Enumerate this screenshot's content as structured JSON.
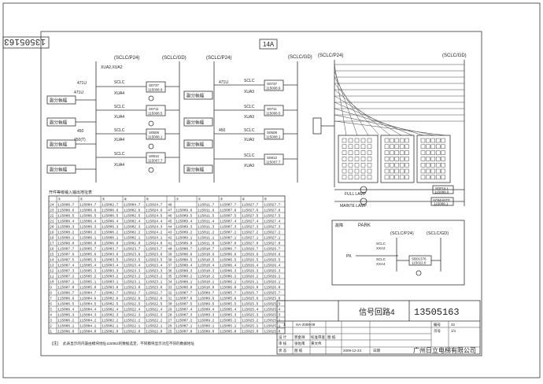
{
  "stamp_number": "13505163",
  "sheet_tag": "14A",
  "bus_labels": [
    "(SCLC/P24)",
    "(SCLC/GD)",
    "(SCLC/P24)",
    "(SCLC/GD)",
    "(SCLC/P24)",
    "(SCLC/GD)"
  ],
  "left_groups": [
    {
      "btn": "副分執幅",
      "wire": "471U",
      "node": "471U",
      "sclc": "SCLC",
      "xuax": "XUA4",
      "relay": "S0737",
      "code": "115008.9"
    },
    {
      "btn": "副分執幅",
      "wire": "",
      "node": "",
      "sclc": "SCLC",
      "xuax": "XUA4",
      "relay": "S0711",
      "code": "115008.5"
    },
    {
      "btn": "副分執幅",
      "wire": "450",
      "node": "450(T)",
      "sclc": "SCLC",
      "xuax": "XUA4",
      "relay": "S0508",
      "code": "115008.1"
    },
    {
      "btn": "副分執幅",
      "wire": "",
      "node": "",
      "sclc": "SCLC",
      "xuax": "XUA4",
      "relay": "S0812",
      "code": "115007.7"
    }
  ],
  "right_groups": [
    {
      "btn": "副分執幅",
      "wire": "471U",
      "sclc": "SCLC",
      "xuax": "XUA3",
      "relay": "S0737",
      "code": "115008.9"
    },
    {
      "btn": "副分執幅",
      "wire": "",
      "sclc": "SCLC",
      "xuax": "XUA3",
      "relay": "S0711",
      "code": "115008.5"
    },
    {
      "btn": "副分執幅",
      "wire": "450",
      "sclc": "SCLC",
      "xuax": "XUA3",
      "relay": "S0508",
      "code": "115008.1"
    },
    {
      "btn": "副分執幅",
      "wire": "",
      "sclc": "SCLC",
      "xuax": "XUA3",
      "relay": "S0812",
      "code": "115007.7"
    }
  ],
  "top_chain": "XUA2,XUA2",
  "full_lamp": "FULL LAMP",
  "mainte_lamp": "MAINTE LAMP",
  "sdfull": "SDFULL",
  "sdfull_code": "115089.0",
  "somante": "SOMANTE",
  "somante_code": "115089.1",
  "park": {
    "label": "PARK",
    "tag": "故障",
    "p24": "(SCLC/P24)",
    "gd": "(SCLC/GD)",
    "pk": "PK",
    "sclc_a": "SCLC",
    "xua2": "XXA2",
    "sclc_b": "SCLC",
    "xua4": "XXA4",
    "relay": "SB01376",
    "code": "115022.0"
  },
  "io_table": {
    "title": "开件等级输入输出地址表",
    "headers": [
      "",
      "①",
      "②",
      "③",
      "④",
      "⑤",
      "",
      "①",
      "②",
      "③",
      "④",
      "⑤"
    ],
    "rows": [
      [
        "24",
        "115008.7",
        "115004.7",
        "115002.7",
        "115004.7",
        "115024.7",
        "48",
        "",
        "115011.7",
        "115007.7",
        "115027.7",
        "115027.7"
      ],
      [
        "23",
        "115008.6",
        "115006.6",
        "115006.6",
        "115002.6",
        "115024.6",
        "47",
        "115009.6",
        "115011.6",
        "115007.6",
        "115027.6",
        "115027.6"
      ],
      [
        "22",
        "115008.5",
        "115006.5",
        "115006.5",
        "115002.5",
        "115024.5",
        "46",
        "115009.5",
        "115011.5",
        "115007.5",
        "115027.5",
        "115027.5"
      ],
      [
        "21",
        "115008.4",
        "115006.4",
        "115006.4",
        "115002.4",
        "115024.4",
        "45",
        "115009.4",
        "115011.4",
        "115007.4",
        "115027.4",
        "115027.4"
      ],
      [
        "20",
        "115008.3",
        "115006.3",
        "115006.3",
        "115002.3",
        "115024.3",
        "44",
        "115009.3",
        "115011.3",
        "115007.3",
        "115027.3",
        "115027.3"
      ],
      [
        "19",
        "115008.2",
        "115006.2",
        "115006.2",
        "115002.2",
        "115024.2",
        "43",
        "115009.2",
        "115011.2",
        "115007.2",
        "115027.2",
        "115027.2"
      ],
      [
        "18",
        "115008.1",
        "115006.1",
        "115006.1",
        "115002.1",
        "115024.1",
        "42",
        "115009.1",
        "115011.1",
        "115007.1",
        "115027.1",
        "115027.1"
      ],
      [
        "17",
        "115008.0",
        "115006.0",
        "115006.0",
        "115002.0",
        "115024.0",
        "41",
        "115009.0",
        "115011.0",
        "115007.0",
        "115027.0",
        "115027.0"
      ],
      [
        "16",
        "115007.7",
        "115005.7",
        "115003.7",
        "115023.7",
        "115023.7",
        "40",
        "115008.7",
        "115010.7",
        "115006.7",
        "115026.7",
        "115026.7"
      ],
      [
        "15",
        "115007.6",
        "115005.6",
        "115003.6",
        "115023.6",
        "115023.6",
        "39",
        "115008.6",
        "115010.6",
        "115006.6",
        "115026.6",
        "115026.6"
      ],
      [
        "14",
        "115007.5",
        "115005.5",
        "115003.5",
        "115023.5",
        "115023.5",
        "38",
        "115008.5",
        "115010.5",
        "115006.5",
        "115026.5",
        "115026.5"
      ],
      [
        "13",
        "115007.4",
        "115005.4",
        "115003.4",
        "115023.4",
        "115023.4",
        "37",
        "115008.4",
        "115010.4",
        "115006.4",
        "115026.4",
        "115026.4"
      ],
      [
        "12",
        "115007.3",
        "115005.3",
        "115003.3",
        "115023.3",
        "115023.3",
        "36",
        "115008.3",
        "115010.3",
        "115006.3",
        "115026.3",
        "115026.3"
      ],
      [
        "11",
        "115007.2",
        "115005.2",
        "115003.2",
        "115023.2",
        "115023.2",
        "35",
        "115008.2",
        "115010.2",
        "115006.2",
        "115026.2",
        "115026.2"
      ],
      [
        "10",
        "115007.1",
        "115005.1",
        "115003.1",
        "115023.1",
        "115023.1",
        "34",
        "115008.1",
        "115010.1",
        "115006.1",
        "115026.1",
        "115026.1"
      ],
      [
        "9",
        "115007.0",
        "115005.0",
        "115003.0",
        "115023.0",
        "115023.0",
        "33",
        "115008.0",
        "115010.0",
        "115006.0",
        "115026.0",
        "115026.0"
      ],
      [
        "8",
        "115006.7",
        "115004.7",
        "115002.7",
        "115022.7",
        "115022.7",
        "32",
        "115007.7",
        "115009.7",
        "115005.7",
        "115025.7",
        "115025.7"
      ],
      [
        "7",
        "115006.6",
        "115004.6",
        "115002.6",
        "115022.6",
        "115022.6",
        "31",
        "115007.6",
        "115009.6",
        "115005.6",
        "115025.6",
        "115025.6"
      ],
      [
        "6",
        "115006.5",
        "115004.5",
        "115002.5",
        "115022.5",
        "115022.5",
        "30",
        "115007.5",
        "115009.5",
        "115005.5",
        "115025.5",
        "115025.5"
      ],
      [
        "5",
        "115006.4",
        "115004.4",
        "115002.4",
        "115022.4",
        "115022.4",
        "29",
        "115007.4",
        "115009.4",
        "115005.4",
        "115025.4",
        "115025.4"
      ],
      [
        "4",
        "115006.3",
        "115004.3",
        "115002.3",
        "115022.3",
        "115022.3",
        "28",
        "115007.3",
        "115009.3",
        "115005.3",
        "115025.3",
        "115025.3"
      ],
      [
        "3",
        "115006.2",
        "115004.2",
        "115002.2",
        "115022.2",
        "115022.2",
        "27",
        "115007.2",
        "115009.2",
        "115005.2",
        "115025.2",
        "115025.2"
      ],
      [
        "2",
        "115006.1",
        "115004.1",
        "115002.1",
        "115022.1",
        "115022.1",
        "26",
        "115007.1",
        "115009.1",
        "115005.1",
        "115025.1",
        "115025.1"
      ],
      [
        "1",
        "115006.0",
        "115004.0",
        "115002.0",
        "115022.0",
        "115022.0",
        "25",
        "115007.0",
        "115009.0",
        "115005.0",
        "115025.0",
        "115025.0"
      ]
    ],
    "note_tag": "[注]",
    "note": "此表显示的内容由模块地址1150B2的数据选定，不同模块显示对应不同的数据地址"
  },
  "title_block": {
    "title": "信号回路4",
    "number": "13505163",
    "company": "广州日立电梯有限公司",
    "rev": "1",
    "change_no": "HA-2008-08",
    "page_label": "页号",
    "page": "1/1",
    "sheet_label": "编号",
    "sheet": "32",
    "designer_label": "设 计",
    "designer": "郭金祥",
    "checker_label": "标准审查",
    "drafter_label": "图 纸",
    "approve_label": "审 核",
    "reviewer": "张佐南",
    "approver": "黄文伟",
    "date_label": "日期",
    "date": "2009-12-23",
    "status_label": "状 态",
    "status": "图 纸"
  }
}
